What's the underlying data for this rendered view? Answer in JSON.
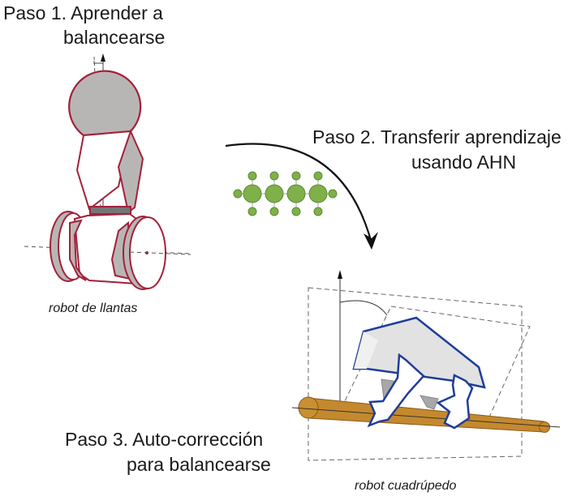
{
  "steps": {
    "step1": {
      "line1": "Paso 1. Aprender a",
      "line2": "balancearse"
    },
    "step2": {
      "line1": "Paso 2. Transferir aprendizaje",
      "line2": "usando AHN"
    },
    "step3": {
      "line1": "Paso 3. Auto-corrección",
      "line2": "para balancearse"
    }
  },
  "captions": {
    "wheeled": "robot de llantas",
    "quadruped": "robot cuadrúpedo"
  },
  "colors": {
    "wheeled_outline": "#a3203a",
    "wheeled_fill": "#b8b6b4",
    "wheeled_dark": "#777574",
    "network_fill": "#7fb04a",
    "network_stroke": "#5d8a33",
    "quadruped_outline": "#1f3d99",
    "quadruped_fill": "#e2e2e2",
    "beam_fill": "#c4892e",
    "beam_stroke": "#8a5a17",
    "arrow": "#111111"
  },
  "network": {
    "hidden_nodes": 4,
    "input_nodes": 1,
    "output_nodes": 1
  }
}
